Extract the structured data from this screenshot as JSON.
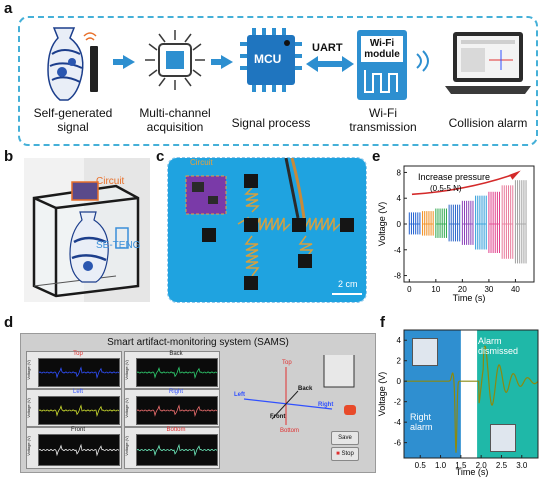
{
  "panel_a": {
    "letter": "a",
    "steps": [
      {
        "label": "Self-generated\nsignal",
        "icon": "vase-sensor-icon"
      },
      {
        "label": "Multi-channel\nacquisition",
        "icon": "chip-icon"
      },
      {
        "label": "Signal process",
        "icon": "mcu-icon"
      },
      {
        "label": "Wi-Fi\ntransmission",
        "icon": "wifi-module-icon"
      },
      {
        "label": "Collision alarm",
        "icon": "laptop-icon"
      }
    ],
    "mcu_text": "MCU",
    "uart_text": "UART",
    "wifi_module_text": "Wi-Fi\nmodule",
    "accent_color": "#2d8fd0",
    "border_color": "#45b0d8"
  },
  "panel_b": {
    "letter": "b",
    "circuit_label": "Circuit",
    "teng_label": "SE-TENG",
    "circuit_color": "#e8702a",
    "teng_color": "#3a8fd8"
  },
  "panel_c": {
    "letter": "c",
    "scale_bar": "2 cm",
    "circuit_tag": "Circuit",
    "background_color": "#1fa3e0"
  },
  "panel_e": {
    "letter": "e",
    "annotation": "Increase pressure",
    "annotation_sub": "(0.5-5 N)",
    "chart_data": {
      "type": "line",
      "xlabel": "Time (s)",
      "ylabel": "Voltage (V)",
      "xlim": [
        -2,
        47
      ],
      "ylim": [
        -9,
        9
      ],
      "xticks": [
        0,
        10,
        20,
        30,
        40
      ],
      "yticks": [
        -8,
        -4,
        0,
        4,
        8
      ],
      "groups": [
        {
          "start": 0,
          "end": 4,
          "amp": 1.8,
          "color": "#1f5fd0"
        },
        {
          "start": 5,
          "end": 9,
          "amp": 2.0,
          "color": "#f08c1c"
        },
        {
          "start": 10,
          "end": 14,
          "amp": 2.4,
          "color": "#2aa64a"
        },
        {
          "start": 15,
          "end": 19,
          "amp": 3.0,
          "color": "#2a64c8"
        },
        {
          "start": 20,
          "end": 24,
          "amp": 3.6,
          "color": "#8a3fb8"
        },
        {
          "start": 25,
          "end": 29,
          "amp": 4.4,
          "color": "#2a9ad8"
        },
        {
          "start": 30,
          "end": 34,
          "amp": 5.0,
          "color": "#e0408c"
        },
        {
          "start": 35,
          "end": 39,
          "amp": 6.0,
          "color": "#e87a9a"
        },
        {
          "start": 40,
          "end": 44,
          "amp": 6.8,
          "color": "#a0a0a0"
        }
      ]
    }
  },
  "panel_d": {
    "letter": "d",
    "title": "Smart artifact-monitoring system (SAMS)",
    "plots": [
      {
        "name": "Top",
        "color": "#e03030",
        "trace": "#3050ff"
      },
      {
        "name": "Back",
        "color": "#222222",
        "trace": "#30d070"
      },
      {
        "name": "Left",
        "color": "#3050ff",
        "trace": "#d0e030"
      },
      {
        "name": "Right",
        "color": "#3050ff",
        "trace": "#f07070"
      },
      {
        "name": "Front",
        "color": "#222222",
        "trace": "#f0f0f0"
      },
      {
        "name": "Bottom",
        "color": "#e03030",
        "trace": "#70f0c0"
      }
    ],
    "axis_label": "Voltage (V)",
    "compass": {
      "top": "Top",
      "back": "Back",
      "left": "Left",
      "right": "Right",
      "front": "Front",
      "bottom": "Bottom"
    },
    "save_label": "Save",
    "stop_label": "Stop"
  },
  "panel_f": {
    "letter": "f",
    "alarm_dismissed": "Alarm\ndismissed",
    "right_alarm": "Right\nalarm",
    "chart_data": {
      "type": "line",
      "xlabel": "Time (s)",
      "ylabel": "Voltage (V)",
      "xlim": [
        0.1,
        3.4
      ],
      "ylim": [
        -7.5,
        5
      ],
      "xticks": [
        0.5,
        1.0,
        1.5,
        2.0,
        2.5,
        3.0
      ],
      "yticks": [
        -6,
        -4,
        -2,
        0,
        2,
        4
      ],
      "line_color": "#8a8a10",
      "shaded_regions": [
        {
          "from": 0.1,
          "to": 1.5,
          "color": "#2f8fd0"
        },
        {
          "from": 1.9,
          "to": 3.4,
          "color": "#1fb8a8"
        }
      ]
    }
  }
}
